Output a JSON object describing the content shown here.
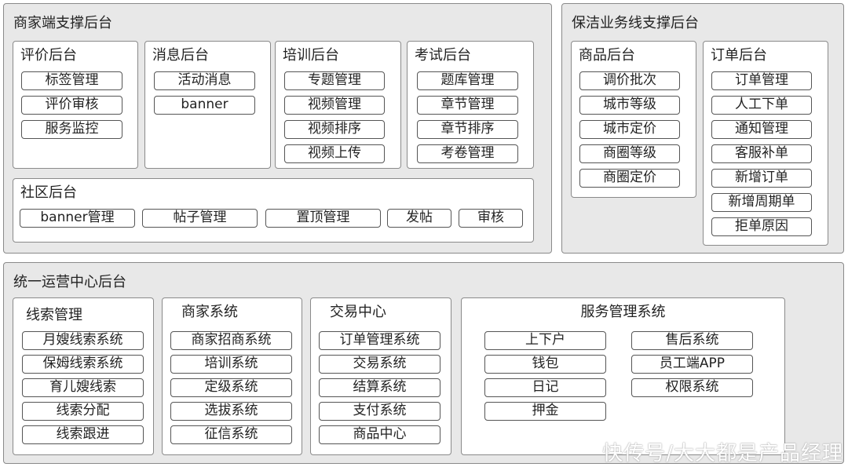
{
  "merchant": {
    "title": "商家端支撑后台",
    "review": {
      "title": "评价后台",
      "items": [
        "标签管理",
        "评价审核",
        "服务监控"
      ]
    },
    "message": {
      "title": "消息后台",
      "items": [
        "活动消息",
        "banner"
      ]
    },
    "training": {
      "title": "培训后台",
      "items": [
        "专题管理",
        "视频管理",
        "视频排序",
        "视频上传"
      ]
    },
    "exam": {
      "title": "考试后台",
      "items": [
        "题库管理",
        "章节管理",
        "章节排序",
        "考卷管理"
      ]
    },
    "community": {
      "title": "社区后台",
      "items": [
        "banner管理",
        "帖子管理",
        "置顶管理",
        "发帖",
        "审核"
      ]
    }
  },
  "cleaning": {
    "title": "保洁业务线支撑后台",
    "product": {
      "title": "商品后台",
      "items": [
        "调价批次",
        "城市等级",
        "城市定价",
        "商圈等级",
        "商圈定价"
      ]
    },
    "order": {
      "title": "订单后台",
      "items": [
        "订单管理",
        "人工下单",
        "通知管理",
        "客服补单",
        "新增订单",
        "新增周期单",
        "拒单原因"
      ]
    }
  },
  "ops": {
    "title": "统一运营中心后台",
    "leads": {
      "title": "线索管理",
      "items": [
        "月嫂线索系统",
        "保姆线索系统",
        "育儿嫂线索",
        "线索分配",
        "线索跟进"
      ]
    },
    "merchant_sys": {
      "title": "商家系统",
      "items": [
        "商家招商系统",
        "培训系统",
        "定级系统",
        "选拔系统",
        "征信系统"
      ]
    },
    "trade": {
      "title": "交易中心",
      "items": [
        "订单管理系统",
        "交易系统",
        "结算系统",
        "支付系统",
        "商品中心"
      ]
    },
    "service": {
      "title": "服务管理系统",
      "left_items": [
        "上下户",
        "钱包",
        "日记",
        "押金"
      ],
      "right_items": [
        "售后系统",
        "员工端APP",
        "权限系统"
      ]
    }
  },
  "watermark": "快传号/大大都是产品经理"
}
